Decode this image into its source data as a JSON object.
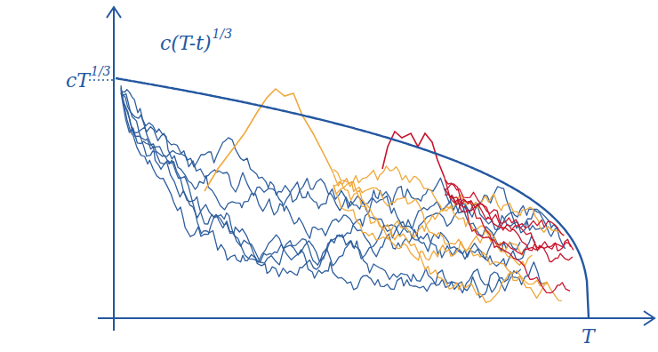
{
  "diagram": {
    "labels": [
      "cT",
      "1/3",
      "c(T-t)",
      "1/3",
      "T"
    ]
  }
}
